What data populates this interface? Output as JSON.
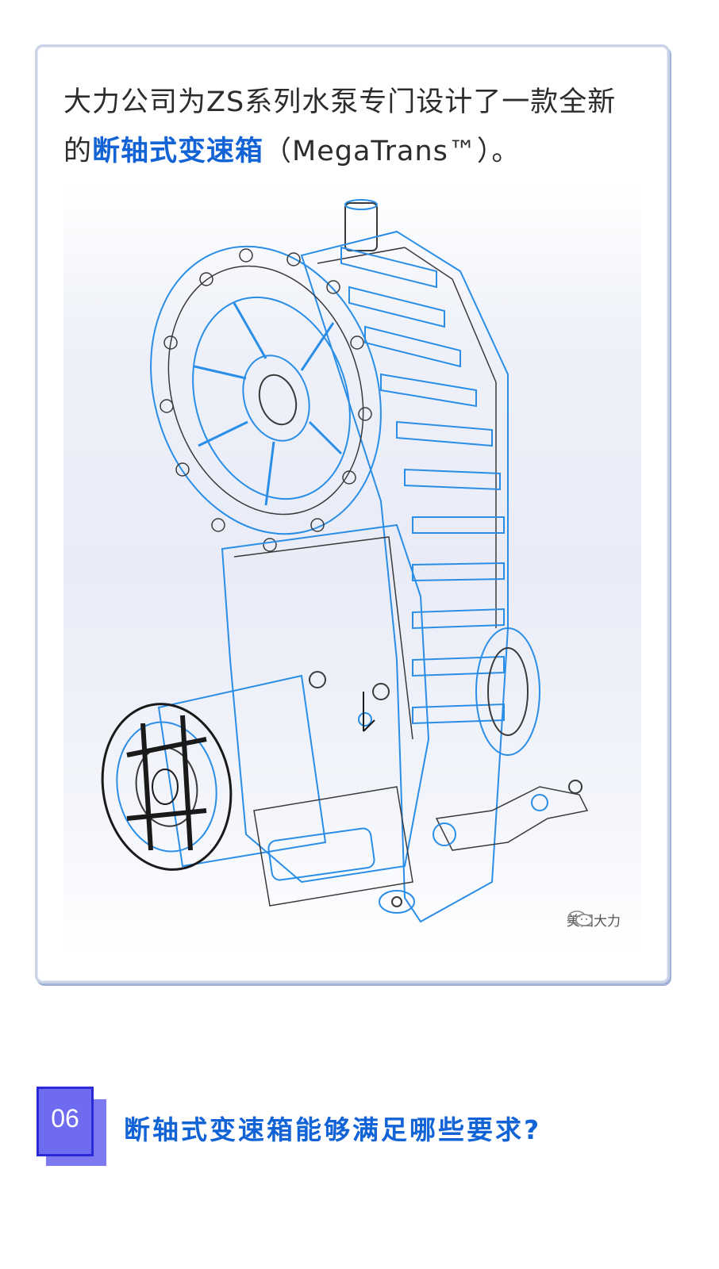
{
  "intro": {
    "line1": "大力公司为ZS系列水泵专门设计了一款全新",
    "line2_prefix": "的",
    "highlight": "断轴式变速箱",
    "line2_suffix": "（MegaTrans™）。"
  },
  "figure": {
    "watermark": "美国大力",
    "line_color": "#2a8ee6",
    "accent_color": "#1a1a1a"
  },
  "section": {
    "number": "06",
    "title": "断轴式变速箱能够满足哪些要求?"
  },
  "colors": {
    "accent": "#1163d6",
    "number_badge": "#6e6bf0"
  }
}
